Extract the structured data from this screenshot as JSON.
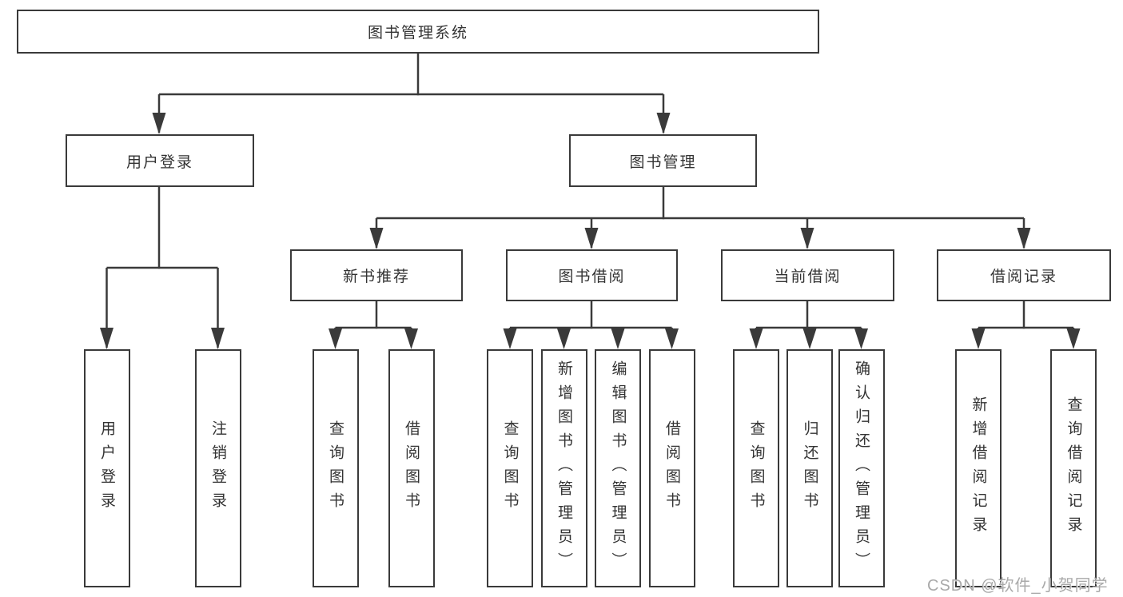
{
  "tree": {
    "root": {
      "label": "图书管理系统"
    },
    "children": [
      {
        "label": "用户登录",
        "children": [
          {
            "label": "用户登录"
          },
          {
            "label": "注销登录"
          }
        ]
      },
      {
        "label": "图书管理",
        "children": [
          {
            "label": "新书推荐",
            "children": [
              {
                "label": "查询图书"
              },
              {
                "label": "借阅图书"
              }
            ]
          },
          {
            "label": "图书借阅",
            "children": [
              {
                "label": "查询图书"
              },
              {
                "label": "新增图书（管理员）"
              },
              {
                "label": "编辑图书（管理员）"
              },
              {
                "label": "借阅图书"
              }
            ]
          },
          {
            "label": "当前借阅",
            "children": [
              {
                "label": "查询图书"
              },
              {
                "label": "归还图书"
              },
              {
                "label": "确认归还（管理员）"
              }
            ]
          },
          {
            "label": "借阅记录",
            "children": [
              {
                "label": "新增借阅记录"
              },
              {
                "label": "查询借阅记录"
              }
            ]
          }
        ]
      }
    ]
  },
  "watermark": {
    "text": "CSDN @软件_小贺同学"
  },
  "colors": {
    "line": "#3a3a3a",
    "text": "#333333",
    "background": "#ffffff",
    "watermark": "#a9a9a9"
  }
}
